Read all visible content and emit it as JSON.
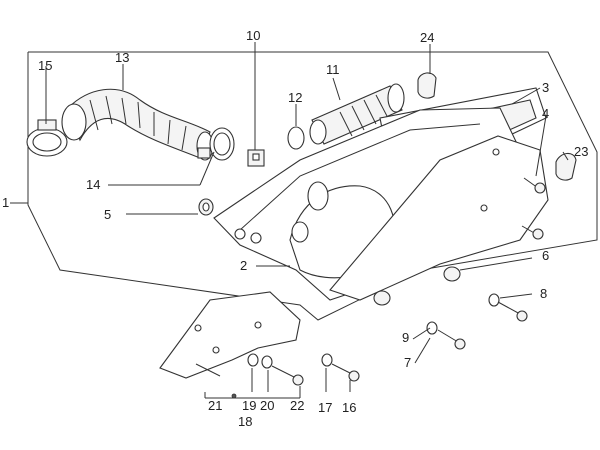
{
  "diagram": {
    "labels": {
      "l1": "1",
      "l2": "2",
      "l3": "3",
      "l4": "4",
      "l5": "5",
      "l6": "6",
      "l7": "7",
      "l8": "8",
      "l9": "9",
      "l10": "10",
      "l11": "11",
      "l12": "12",
      "l13": "13",
      "l14": "14",
      "l15": "15",
      "l16": "16",
      "l17": "17",
      "l18": "18",
      "l19": "19",
      "l20": "20",
      "l21": "21",
      "l22": "22",
      "l23": "23",
      "l24": "24"
    }
  }
}
